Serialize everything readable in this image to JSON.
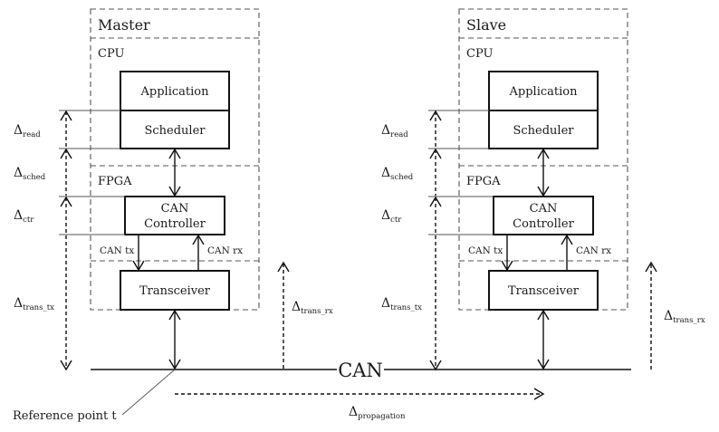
{
  "diagram": {
    "nodes": [
      {
        "id": "master",
        "title": "Master",
        "sections": [
          {
            "label": "CPU",
            "blocks": [
              "Application",
              "Scheduler"
            ]
          },
          {
            "label": "FPGA",
            "blocks": [
              "CAN Controller"
            ]
          }
        ],
        "transceiver": "Transceiver",
        "signals": {
          "tx": "CAN tx",
          "rx": "CAN rx"
        }
      },
      {
        "id": "slave",
        "title": "Slave",
        "sections": [
          {
            "label": "CPU",
            "blocks": [
              "Application",
              "Scheduler"
            ]
          },
          {
            "label": "FPGA",
            "blocks": [
              "CAN Controller"
            ]
          }
        ],
        "transceiver": "Transceiver",
        "signals": {
          "tx": "CAN tx",
          "rx": "CAN rx"
        }
      }
    ],
    "blocks": {
      "application": "Application",
      "scheduler": "Scheduler",
      "controller_line1": "CAN",
      "controller_line2": "Controller",
      "transceiver": "Transceiver"
    },
    "bus_label": "CAN",
    "reference_label": "Reference point t",
    "delta_symbol": "Δ",
    "delays": {
      "read": "read",
      "sched": "sched",
      "ctr": "ctr",
      "trans_tx": "trans_tx",
      "trans_rx": "trans_rx",
      "propagation": "propagation"
    }
  }
}
